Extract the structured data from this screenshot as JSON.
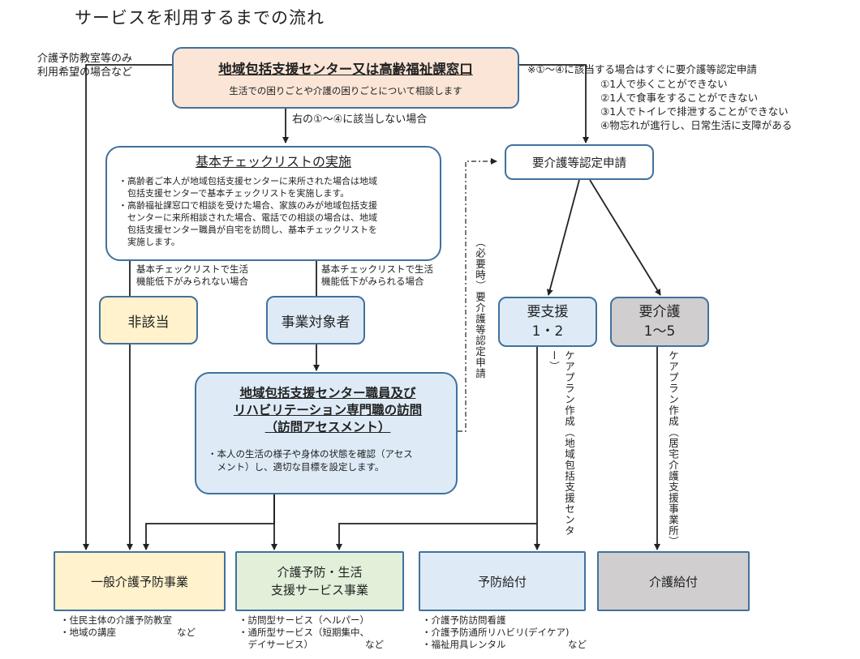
{
  "title": "サービスを利用するまでの流れ",
  "top_left_note": [
    "介護予防教室等のみ",
    "利用希望の場合など"
  ],
  "window_box": {
    "title": "地域包括支援センター又は高齢福祉課窓口",
    "subtitle": "生活での困りごとや介護の困りごとについて相談します"
  },
  "right_note": {
    "header": "※①～④に該当する場合はすぐに要介護等認定申請",
    "items": [
      "①1人で歩くことができない",
      "②1人で食事をすることができない",
      "③1人でトイレで排泄することができない",
      "④物忘れが進行し、日常生活に支障がある"
    ]
  },
  "not_applicable_label": "右の①～④に該当しない場合",
  "checklist_box": {
    "title": "基本チェックリストの実施",
    "lines": [
      "・高齢者ご本人が地域包括支援センターに来所された場合は地域",
      "　包括支援センターで基本チェックリストを実施します。",
      "・高齢福祉課窓口で相談を受けた場合、家族のみが地域包括支援",
      "　センターに来所相談された場合、電話での相談の場合は、地域",
      "　包括支援センター職員が自宅を訪問し、基本チェックリストを",
      "　実施します。"
    ]
  },
  "branch_left": [
    "基本チェックリストで生活",
    "機能低下がみられない場合"
  ],
  "branch_right": [
    "基本チェックリストで生活",
    "機能低下がみられる場合"
  ],
  "not_eligible": "非該当",
  "target_person": "事業対象者",
  "visit_box": {
    "title_lines": [
      "地域包括支援センター職員及び",
      "リハビリテーション専門職の訪問",
      "（訪問アセスメント）"
    ],
    "desc_lines": [
      "・本人の生活の様子や身体の状態を確認（アセス",
      "　メント）し、適切な目標を設定します。"
    ]
  },
  "certification_box": "要介護等認定申請",
  "optional_cert": "（必要時）要介護等認定申請",
  "support_box": [
    "要支援",
    "1・2"
  ],
  "care_box": [
    "要介護",
    "1～5"
  ],
  "careplan_support": "ケアプラン作成（地域包括支援センター）",
  "careplan_care": "ケアプラン作成（居宅介護支援事業所）",
  "bottom": {
    "general": "一般介護予防事業",
    "support_service": [
      "介護予防・生活",
      "支援サービス事業"
    ],
    "prevention_benefit": "予防給付",
    "care_benefit": "介護給付"
  },
  "bottom_notes": {
    "general": [
      "・住民主体の介護予防教室",
      "・地域の講座"
    ],
    "general_etc": "など",
    "support_service": [
      "・訪問型サービス（ヘルパー）",
      "・通所型サービス（短期集中、",
      "　デイサービス）"
    ],
    "support_service_etc": "など",
    "prevention_benefit": [
      "・介護予防訪問看護",
      "・介護予防通所リハビリ(デイケア)",
      "・福祉用具レンタル"
    ],
    "prevention_benefit_etc": "など"
  },
  "colors": {
    "border": "#41719c",
    "window_fill": "#fbe5d6",
    "checklist_fill": "#ffffff",
    "yellow_fill": "#fff2cc",
    "blue_fill": "#deebf7",
    "green_fill": "#e2f0d9",
    "gray_fill": "#d0cece",
    "line": "#222222"
  }
}
